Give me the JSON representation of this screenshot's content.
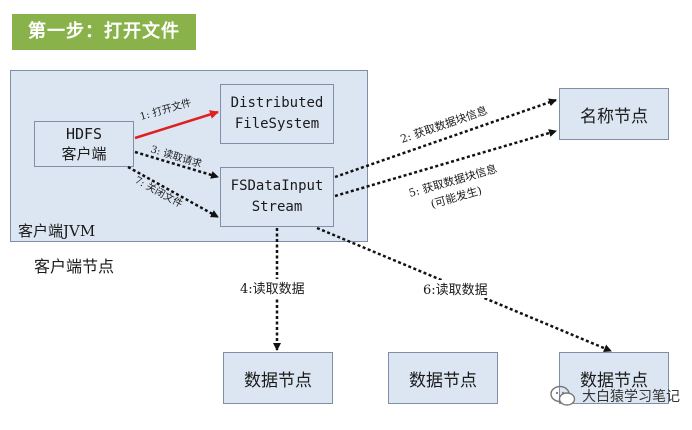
{
  "title": "第一步：打开文件",
  "client_jvm_label": "客户端JVM",
  "client_node_label": "客户端节点",
  "nodes": {
    "hdfs_client": [
      "HDFS",
      "客户端"
    ],
    "dfs": [
      "Distributed",
      "FileSystem"
    ],
    "fsdis": [
      "FSDataInput",
      "Stream"
    ],
    "namenode": "名称节点",
    "datanode1": "数据节点",
    "datanode2": "数据节点",
    "datanode3": "数据节点"
  },
  "edges": {
    "e1": "1: 打开文件",
    "e2": "2: 获取数据块信息",
    "e3": "3: 读取请求",
    "e4": "4:读取数据",
    "e5": [
      "5: 获取数据块信息",
      "(可能发生)"
    ],
    "e6": "6:读取数据",
    "e7": "7: 关闭文件"
  },
  "colors": {
    "banner": "#8ab24a",
    "box_fill": "#dce6f2",
    "box_border": "#7f8fa6",
    "open_arrow": "#e02020",
    "arrow": "#111111"
  },
  "watermark": "大白猿学习笔记"
}
